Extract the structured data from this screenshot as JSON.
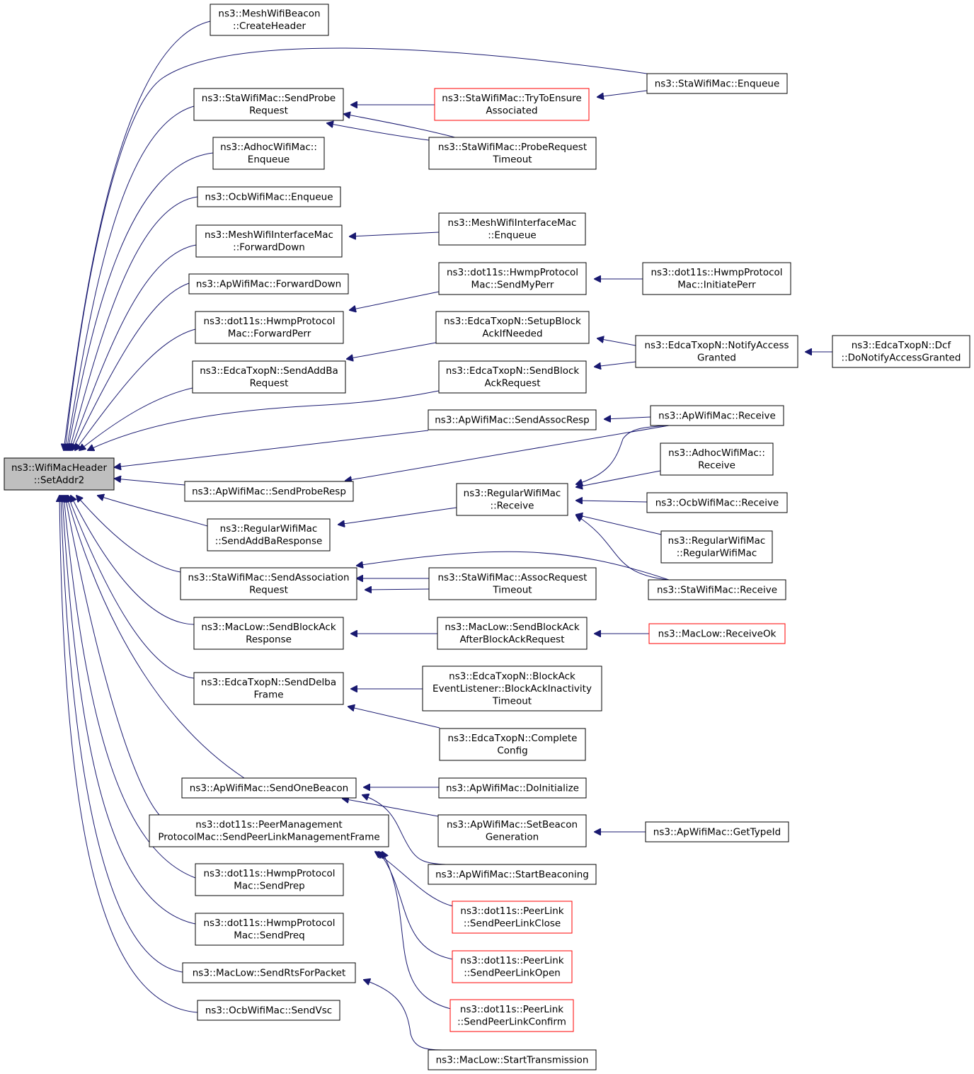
{
  "colors": {
    "edge": "#191970",
    "node_border": "#000000",
    "node_border_incomplete": "#ff0000",
    "root_fill": "#bfbfbf",
    "node_fill": "#ffffff"
  },
  "nodes": [
    {
      "id": "root",
      "lines": [
        "ns3::WifiMacHeader",
        "::SetAddr2"
      ],
      "style": "root"
    },
    {
      "id": "meshBeaconCreateHeader",
      "lines": [
        "ns3::MeshWifiBeacon",
        "::CreateHeader"
      ]
    },
    {
      "id": "staEnqueue",
      "lines": [
        "ns3::StaWifiMac::Enqueue"
      ]
    },
    {
      "id": "staSendProbeRequest",
      "lines": [
        "ns3::StaWifiMac::SendProbe",
        "Request"
      ]
    },
    {
      "id": "staTryToEnsure",
      "lines": [
        "ns3::StaWifiMac::TryToEnsure",
        "Associated"
      ],
      "style": "red"
    },
    {
      "id": "staProbeReqTimeout",
      "lines": [
        "ns3::StaWifiMac::ProbeRequest",
        "Timeout"
      ]
    },
    {
      "id": "adhocEnqueue",
      "lines": [
        "ns3::AdhocWifiMac::",
        "Enqueue"
      ]
    },
    {
      "id": "ocbEnqueue",
      "lines": [
        "ns3::OcbWifiMac::Enqueue"
      ]
    },
    {
      "id": "meshIfForwardDown",
      "lines": [
        "ns3::MeshWifiInterfaceMac",
        "::ForwardDown"
      ]
    },
    {
      "id": "meshIfEnqueue",
      "lines": [
        "ns3::MeshWifiInterfaceMac",
        "::Enqueue"
      ]
    },
    {
      "id": "apForwardDown",
      "lines": [
        "ns3::ApWifiMac::ForwardDown"
      ]
    },
    {
      "id": "hwmpSendMyPerr",
      "lines": [
        "ns3::dot11s::HwmpProtocol",
        "Mac::SendMyPerr"
      ]
    },
    {
      "id": "hwmpInitiatePerr",
      "lines": [
        "ns3::dot11s::HwmpProtocol",
        "Mac::InitiatePerr"
      ]
    },
    {
      "id": "hwmpForwardPerr",
      "lines": [
        "ns3::dot11s::HwmpProtocol",
        "Mac::ForwardPerr"
      ]
    },
    {
      "id": "edcaSetupBlockAck",
      "lines": [
        "ns3::EdcaTxopN::SetupBlock",
        "AckIfNeeded"
      ]
    },
    {
      "id": "edcaNotifyAccess",
      "lines": [
        "ns3::EdcaTxopN::NotifyAccess",
        "Granted"
      ]
    },
    {
      "id": "edcaDcfNotify",
      "lines": [
        "ns3::EdcaTxopN::Dcf",
        "::DoNotifyAccessGranted"
      ]
    },
    {
      "id": "edcaSendAddBa",
      "lines": [
        "ns3::EdcaTxopN::SendAddBa",
        "Request"
      ]
    },
    {
      "id": "edcaSendBlockAckReq",
      "lines": [
        "ns3::EdcaTxopN::SendBlock",
        "AckRequest"
      ]
    },
    {
      "id": "apSendAssocResp",
      "lines": [
        "ns3::ApWifiMac::SendAssocResp"
      ]
    },
    {
      "id": "apReceive",
      "lines": [
        "ns3::ApWifiMac::Receive"
      ]
    },
    {
      "id": "adhocReceive",
      "lines": [
        "ns3::AdhocWifiMac::",
        "Receive"
      ]
    },
    {
      "id": "apSendProbeResp",
      "lines": [
        "ns3::ApWifiMac::SendProbeResp"
      ]
    },
    {
      "id": "regularReceive",
      "lines": [
        "ns3::RegularWifiMac",
        "::Receive"
      ]
    },
    {
      "id": "ocbReceive",
      "lines": [
        "ns3::OcbWifiMac::Receive"
      ]
    },
    {
      "id": "regularSendAddBaResp",
      "lines": [
        "ns3::RegularWifiMac",
        "::SendAddBaResponse"
      ]
    },
    {
      "id": "regularCtor",
      "lines": [
        "ns3::RegularWifiMac",
        "::RegularWifiMac"
      ]
    },
    {
      "id": "staSendAssocReq",
      "lines": [
        "ns3::StaWifiMac::SendAssociation",
        "Request"
      ]
    },
    {
      "id": "staAssocReqTimeout",
      "lines": [
        "ns3::StaWifiMac::AssocRequest",
        "Timeout"
      ]
    },
    {
      "id": "staReceive",
      "lines": [
        "ns3::StaWifiMac::Receive"
      ]
    },
    {
      "id": "macLowSendBlockAckResp",
      "lines": [
        "ns3::MacLow::SendBlockAck",
        "Response"
      ]
    },
    {
      "id": "macLowSendBlockAckAfter",
      "lines": [
        "ns3::MacLow::SendBlockAck",
        "AfterBlockAckRequest"
      ]
    },
    {
      "id": "macLowReceiveOk",
      "lines": [
        "ns3::MacLow::ReceiveOk"
      ],
      "style": "red"
    },
    {
      "id": "edcaSendDelba",
      "lines": [
        "ns3::EdcaTxopN::SendDelba",
        "Frame"
      ]
    },
    {
      "id": "edcaBlockAckInactivity",
      "lines": [
        "ns3::EdcaTxopN::BlockAck",
        "EventListener::BlockAckInactivity",
        "Timeout"
      ]
    },
    {
      "id": "edcaCompleteConfig",
      "lines": [
        "ns3::EdcaTxopN::Complete",
        "Config"
      ]
    },
    {
      "id": "apSendOneBeacon",
      "lines": [
        "ns3::ApWifiMac::SendOneBeacon"
      ]
    },
    {
      "id": "apDoInitialize",
      "lines": [
        "ns3::ApWifiMac::DoInitialize"
      ]
    },
    {
      "id": "peerMgmtSendFrame",
      "lines": [
        "ns3::dot11s::PeerManagement",
        "ProtocolMac::SendPeerLinkManagementFrame"
      ]
    },
    {
      "id": "apSetBeaconGen",
      "lines": [
        "ns3::ApWifiMac::SetBeacon",
        "Generation"
      ]
    },
    {
      "id": "apGetTypeId",
      "lines": [
        "ns3::ApWifiMac::GetTypeId"
      ]
    },
    {
      "id": "apStartBeaconing",
      "lines": [
        "ns3::ApWifiMac::StartBeaconing"
      ]
    },
    {
      "id": "hwmpSendPrep",
      "lines": [
        "ns3::dot11s::HwmpProtocol",
        "Mac::SendPrep"
      ]
    },
    {
      "id": "peerLinkClose",
      "lines": [
        "ns3::dot11s::PeerLink",
        "::SendPeerLinkClose"
      ],
      "style": "red"
    },
    {
      "id": "hwmpSendPreq",
      "lines": [
        "ns3::dot11s::HwmpProtocol",
        "Mac::SendPreq"
      ]
    },
    {
      "id": "peerLinkOpen",
      "lines": [
        "ns3::dot11s::PeerLink",
        "::SendPeerLinkOpen"
      ],
      "style": "red"
    },
    {
      "id": "macLowSendRts",
      "lines": [
        "ns3::MacLow::SendRtsForPacket"
      ]
    },
    {
      "id": "peerLinkConfirm",
      "lines": [
        "ns3::dot11s::PeerLink",
        "::SendPeerLinkConfirm"
      ],
      "style": "red"
    },
    {
      "id": "ocbSendVsc",
      "lines": [
        "ns3::OcbWifiMac::SendVsc"
      ]
    },
    {
      "id": "macLowStartTx",
      "lines": [
        "ns3::MacLow::StartTransmission"
      ]
    }
  ]
}
